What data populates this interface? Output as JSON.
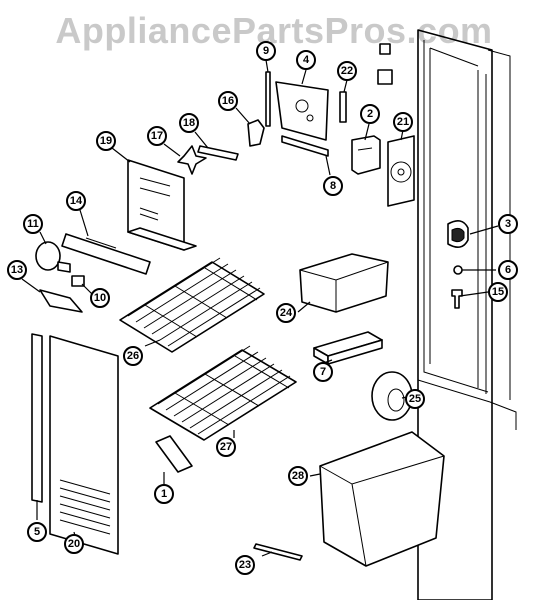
{
  "watermark": "AppliancePartsPros.com",
  "callouts": [
    {
      "id": "c1",
      "label": "1"
    },
    {
      "id": "c2",
      "label": "2"
    },
    {
      "id": "c3",
      "label": "3"
    },
    {
      "id": "c4",
      "label": "4"
    },
    {
      "id": "c5",
      "label": "5"
    },
    {
      "id": "c6",
      "label": "6"
    },
    {
      "id": "c7",
      "label": "7"
    },
    {
      "id": "c8",
      "label": "8"
    },
    {
      "id": "c9",
      "label": "9"
    },
    {
      "id": "c10",
      "label": "10"
    },
    {
      "id": "c11",
      "label": "11"
    },
    {
      "id": "c13",
      "label": "13"
    },
    {
      "id": "c14",
      "label": "14"
    },
    {
      "id": "c15",
      "label": "15"
    },
    {
      "id": "c16",
      "label": "16"
    },
    {
      "id": "c17",
      "label": "17"
    },
    {
      "id": "c18",
      "label": "18"
    },
    {
      "id": "c19",
      "label": "19"
    },
    {
      "id": "c20",
      "label": "20"
    },
    {
      "id": "c21",
      "label": "21"
    },
    {
      "id": "c22",
      "label": "22"
    },
    {
      "id": "c23",
      "label": "23"
    },
    {
      "id": "c24",
      "label": "24"
    },
    {
      "id": "c25",
      "label": "25"
    },
    {
      "id": "c26",
      "label": "26"
    },
    {
      "id": "c27",
      "label": "27"
    },
    {
      "id": "c28",
      "label": "28"
    }
  ]
}
